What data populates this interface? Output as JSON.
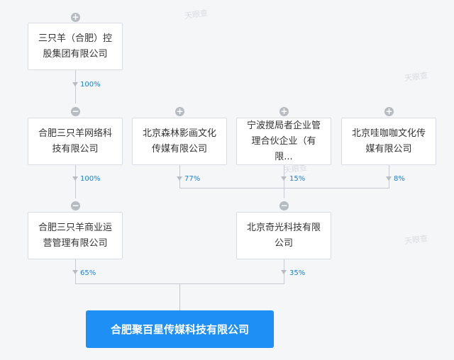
{
  "controls": {
    "expand": "+",
    "collapse": "−"
  },
  "watermark": "天眼查",
  "nodes": {
    "parent_holding": "三只羊（合肥）控股集团有限公司",
    "sanzhiyang_network": "合肥三只羊网络科技有限公司",
    "beijing_senlin": "北京森林影画文化传媒有限公司",
    "ningbo_jiaojuzhe": "宁波搅局者企业管理合伙企业（有限...",
    "beijing_wawa": "北京哇咖咖文化传媒有限公司",
    "sanzhiyang_commerce": "合肥三只羊商业运营管理有限公司",
    "beijing_qiguang": "北京奇光科技有限公司",
    "target": "合肥聚百星传媒科技有限公司"
  },
  "shareholdings": {
    "holding_to_network": "100%",
    "network_to_commerce": "100%",
    "senlin_to_qiguang": "77%",
    "ningbo_to_qiguang": "15%",
    "wawa_to_qiguang": "8%",
    "commerce_to_target": "65%",
    "qiguang_to_target": "35%"
  }
}
